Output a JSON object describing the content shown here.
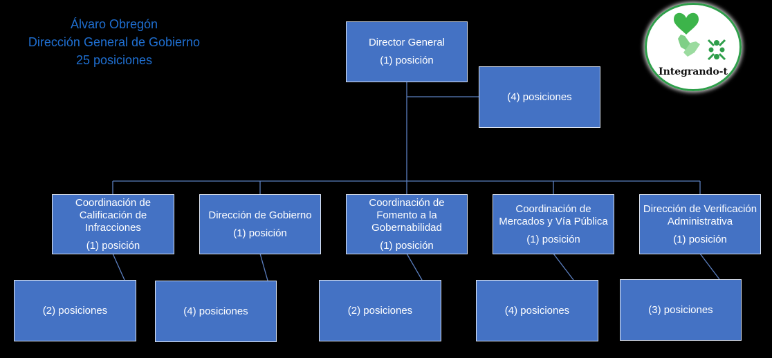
{
  "heading": {
    "line1": "Álvaro Obregón",
    "line2": "Dirección General de Gobierno",
    "line3": "25 posiciones"
  },
  "top": {
    "title": "Director General",
    "positions": "(1) posición",
    "staff": "(4) posiciones"
  },
  "units": [
    {
      "title": "Coordinación de Calificación de Infracciones",
      "positions": "(1) posición",
      "sub": "(2) posiciones"
    },
    {
      "title": "Dirección de Gobierno",
      "positions": "(1) posición",
      "sub": "(4) posiciones"
    },
    {
      "title": "Coordinación de Fomento a la Gobernabilidad",
      "positions": "(1) posición",
      "sub": "(2) posiciones"
    },
    {
      "title": "Coordinación de Mercados y Vía Pública",
      "positions": "(1) posición",
      "sub": "(4) posiciones"
    },
    {
      "title": "Dirección de Verificación Administrativa",
      "positions": "(1) posición",
      "sub": "(3) posiciones"
    }
  ],
  "logo": {
    "text": "Integrando-t",
    "icons": [
      "heart-icon",
      "hands-icon",
      "people-circle-icon"
    ]
  },
  "colors": {
    "box_fill": "#4472c4",
    "heading_text": "#1f6fd1",
    "logo_green": "#3cb44a"
  }
}
